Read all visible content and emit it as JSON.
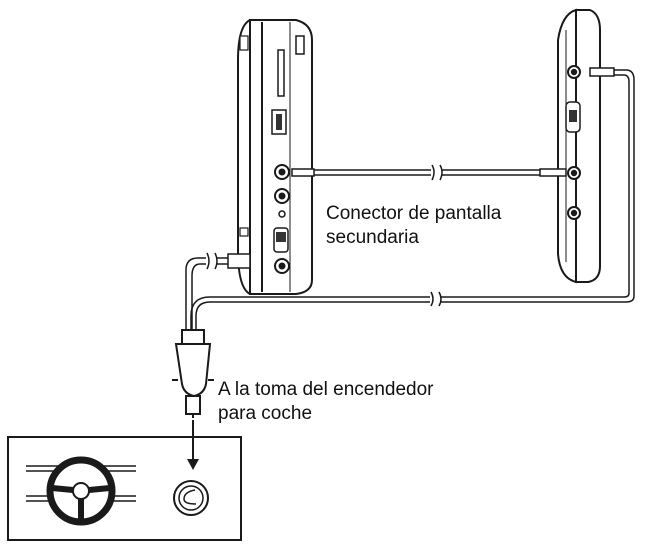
{
  "labels": {
    "secondary_connector": [
      "Conector de pantalla",
      "secundaria"
    ],
    "car_lighter": [
      "A la toma del encendedor",
      "para coche"
    ]
  },
  "colors": {
    "stroke": "#1a1a1a",
    "fill": "#ffffff",
    "cable": "#888888",
    "dark": "#333333"
  }
}
